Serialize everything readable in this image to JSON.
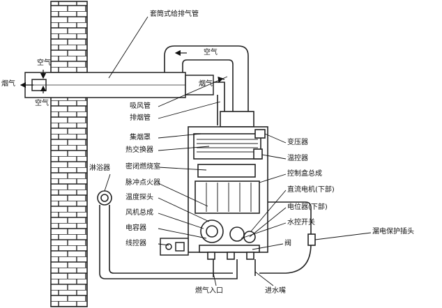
{
  "diagram": {
    "labels": {
      "flue_pipe": "套筒式给排气管",
      "air_top": "空气",
      "air_left_top": "空气",
      "air_left_bottom": "空气",
      "smoke_left": "烟气",
      "smoke_right": "烟气",
      "suction_pipe": "吸风管",
      "exhaust_pipe": "排烟管",
      "hood": "集烟罩",
      "heat_exchanger": "热交换器",
      "sealed_chamber": "密闭燃烧室",
      "pulse_igniter": "脉冲点火器",
      "temp_probe": "温度探头",
      "fan_assembly": "风机总成",
      "capacitor": "电容器",
      "wire_controller": "线控器",
      "shower": "淋浴器",
      "transformer": "变压器",
      "thermostat": "温控器",
      "control_box": "控制盒总成",
      "dc_motor": "直流电机(下部)",
      "potentiometer": "电位器(下部)",
      "water_switch": "水控开关",
      "valve": "阀",
      "leak_plug": "漏电保护插头",
      "gas_inlet": "燃气入口",
      "water_inlet": "进水嘴"
    }
  }
}
